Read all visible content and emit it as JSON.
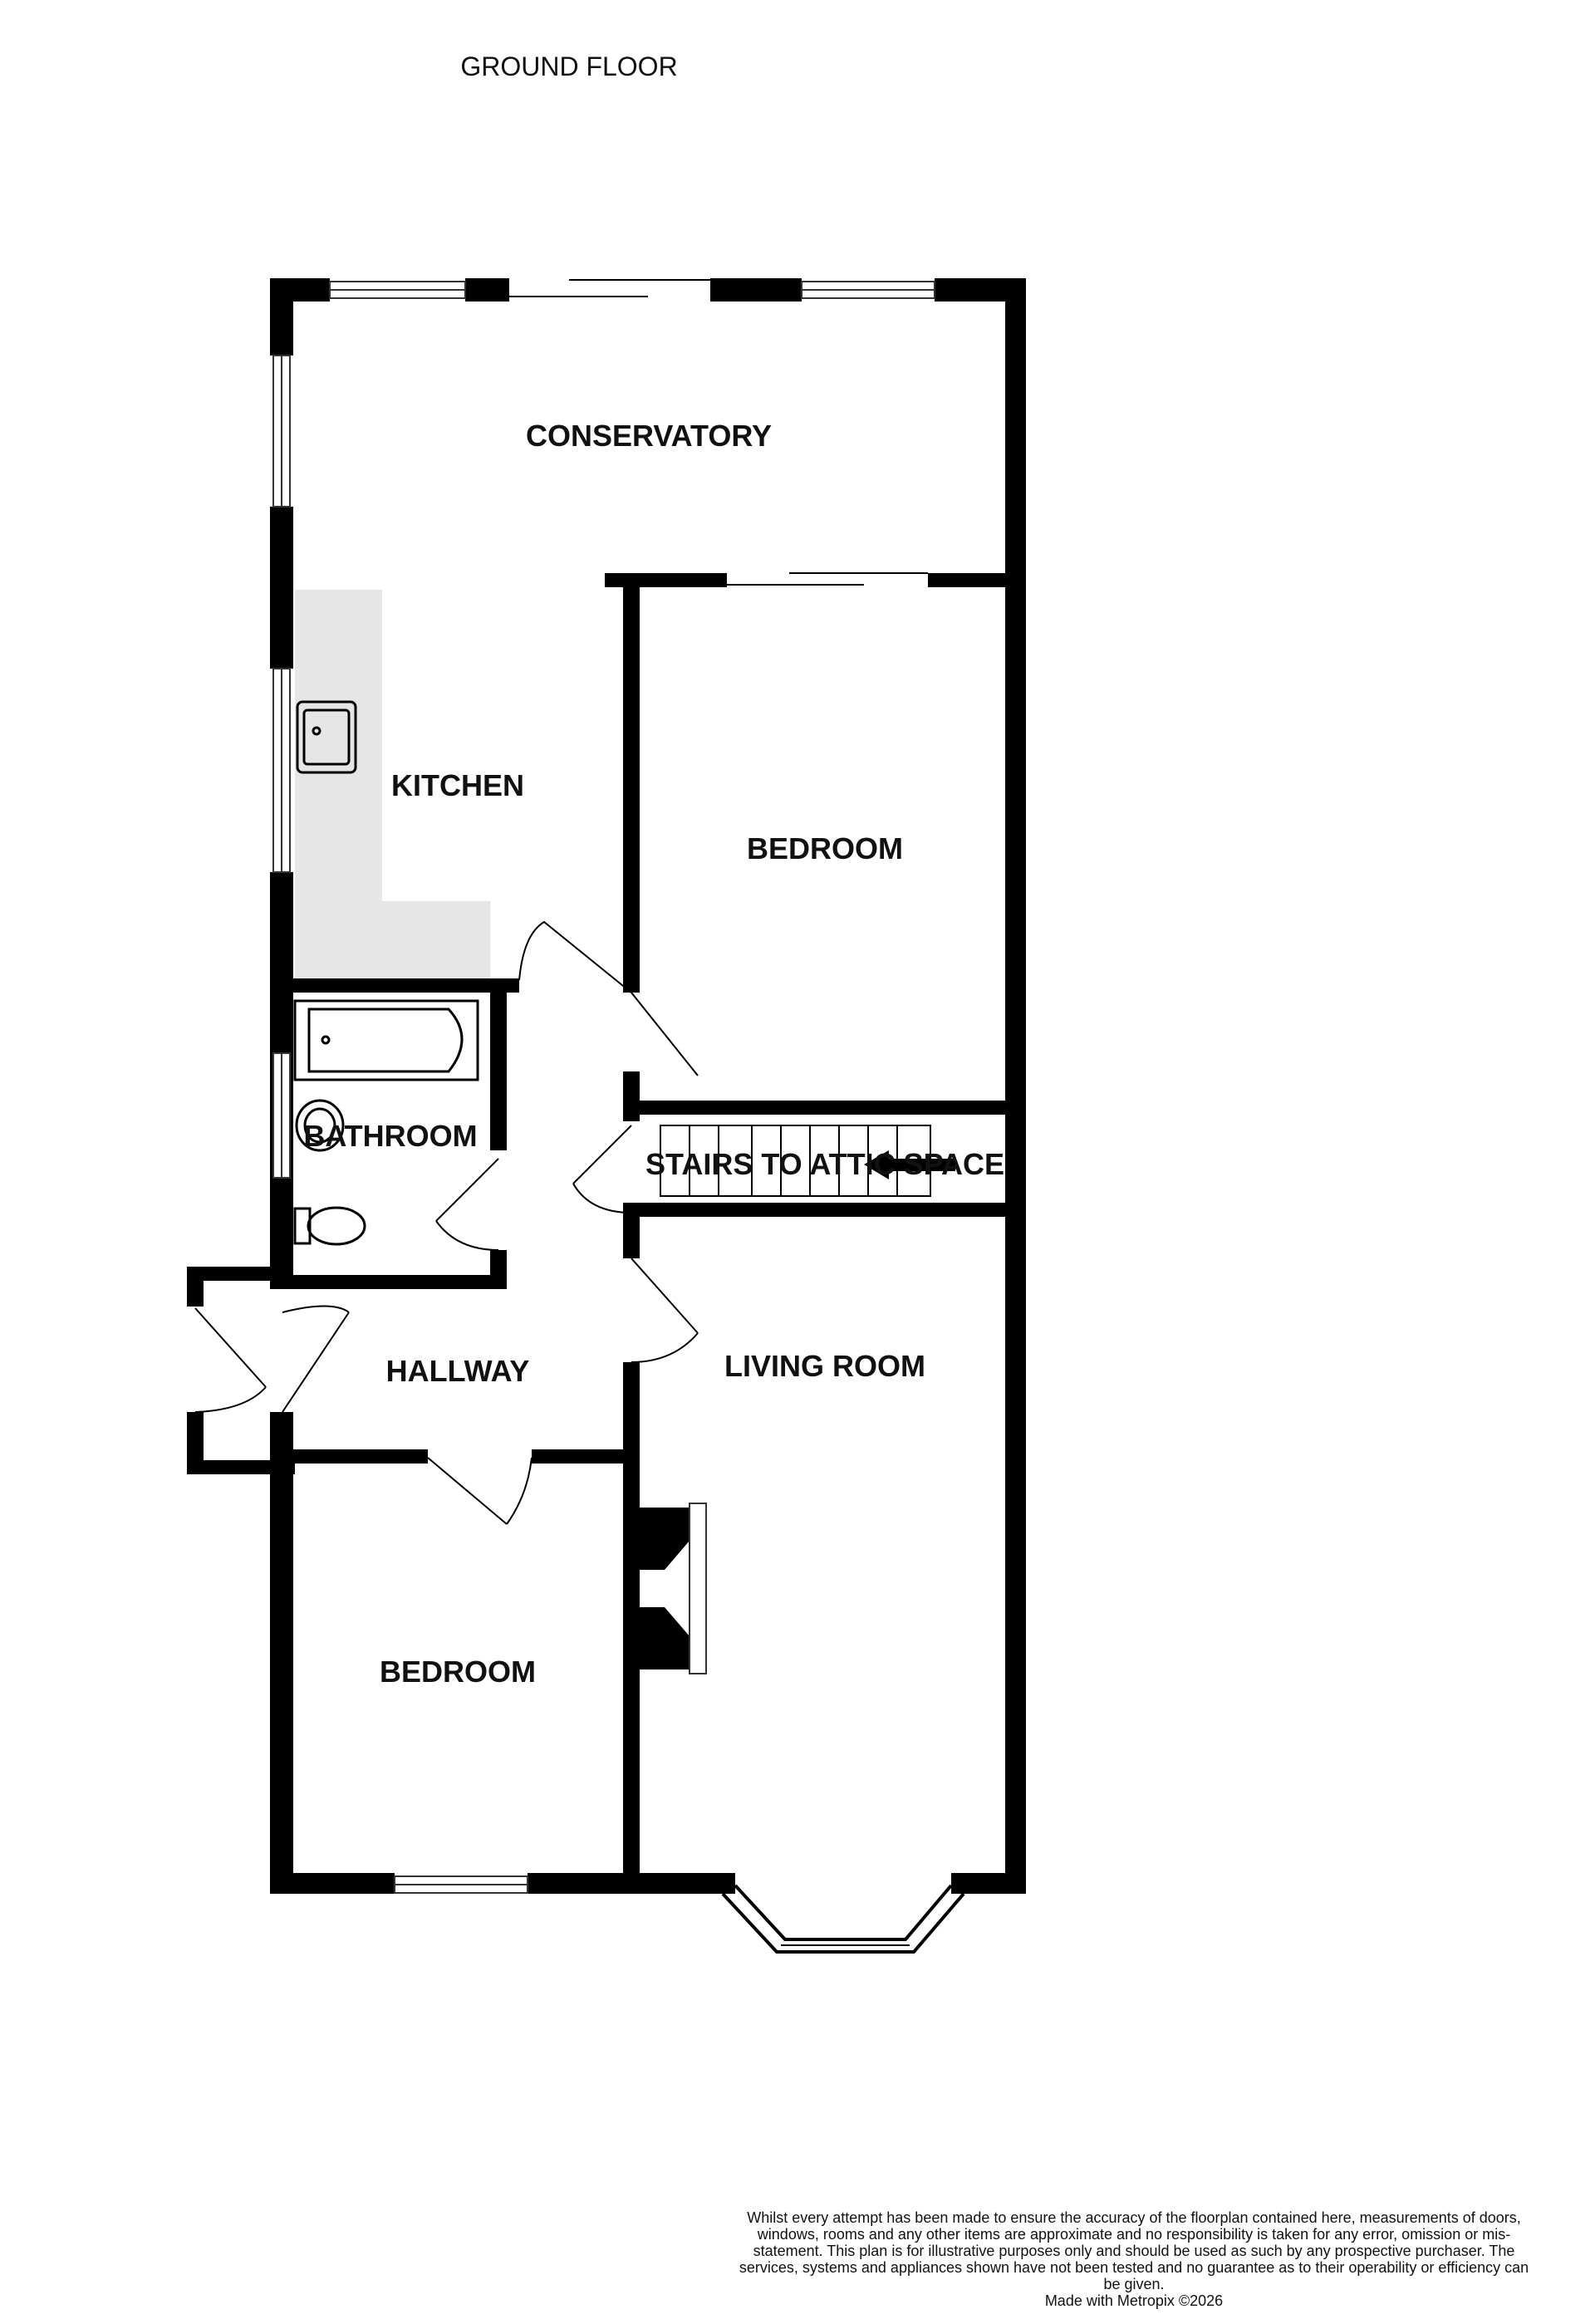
{
  "floor_title": "GROUND FLOOR",
  "rooms": {
    "conservatory": "CONSERVATORY",
    "kitchen": "KITCHEN",
    "bedroom_upper": "BEDROOM",
    "bathroom": "BATHROOM",
    "stairs": "STAIRS TO ATTIC SPACE",
    "hallway": "HALLWAY",
    "living_room": "LIVING ROOM",
    "bedroom_lower": "BEDROOM"
  },
  "disclaimer": "Whilst every attempt has been made to ensure the accuracy of the floorplan contained here, measurements of doors, windows, rooms and any other items are approximate and no responsibility is taken for any error, omission or mis-statement. This plan is for illustrative purposes only and should be used as such by any prospective purchaser. The services, systems and appliances shown have not been tested and no guarantee as to their operability or efficiency can be given.",
  "credit": "Made with Metropix ©2026",
  "colors": {
    "wall": "#000000",
    "counter": "#e6e6e6",
    "background": "#ffffff"
  }
}
